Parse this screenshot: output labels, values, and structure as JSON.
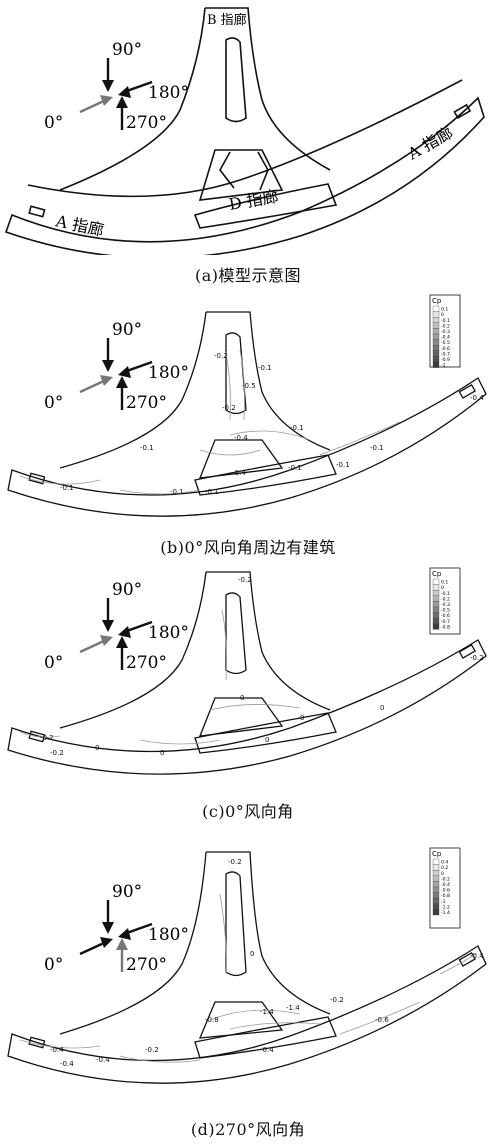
{
  "colors": {
    "ink": "#111111",
    "gray_arrow": "#777777",
    "contour": "#9a9a9a"
  },
  "compass": {
    "deg0": "0°",
    "deg90": "90°",
    "deg180": "180°",
    "deg270": "270°"
  },
  "panel_a": {
    "caption": "(a)模型示意图",
    "labels": {
      "b_corridor": "B 指廊",
      "d_corridor": "D 指廊",
      "a_left": "A 指廊",
      "a_right": "A 指廊"
    }
  },
  "panel_b": {
    "caption": "(b)0°风向角周边有建筑",
    "legend": {
      "title": "Cp",
      "levels": [
        "0.1",
        "0",
        "-0.1",
        "-0.2",
        "-0.3",
        "-0.4",
        "-0.5",
        "-0.6",
        "-0.7",
        "-0.9",
        "-1"
      ]
    },
    "contour_labels": [
      "-0.1",
      "-0.1",
      "-0.1",
      "-0.1",
      "-0.1",
      "-0.1",
      "-0.4",
      "-0.4",
      "-0.1",
      "-0.2",
      "-0.2",
      "-0.1",
      "-0.1",
      "-0.5",
      "-0.4"
    ]
  },
  "panel_c": {
    "caption": "(c)0°风向角",
    "legend": {
      "title": "Cp",
      "levels": [
        "0.1",
        "0",
        "-0.1",
        "-0.2",
        "-0.3",
        "-0.5",
        "-0.6",
        "-0.7",
        "-0.8"
      ]
    },
    "contour_labels": [
      "-0.2",
      "0",
      "0",
      "0",
      "0",
      "-0.2",
      "0",
      "0",
      "-0.2",
      "-0.2"
    ]
  },
  "panel_d": {
    "caption": "(d)270°风向角",
    "legend": {
      "title": "Cp",
      "levels": [
        "0.4",
        "0.2",
        "0",
        "-0.2",
        "-0.4",
        "-0.6",
        "-0.8",
        "-1",
        "-1.2",
        "-1.4"
      ]
    },
    "contour_labels": [
      "-0.2",
      "0",
      "-0.8",
      "-1.4",
      "-0.2",
      "-0.6",
      "-0.4",
      "-0.4",
      "-0.2",
      "-0.4",
      "-0.4",
      "-1.4",
      "-0.4"
    ]
  }
}
